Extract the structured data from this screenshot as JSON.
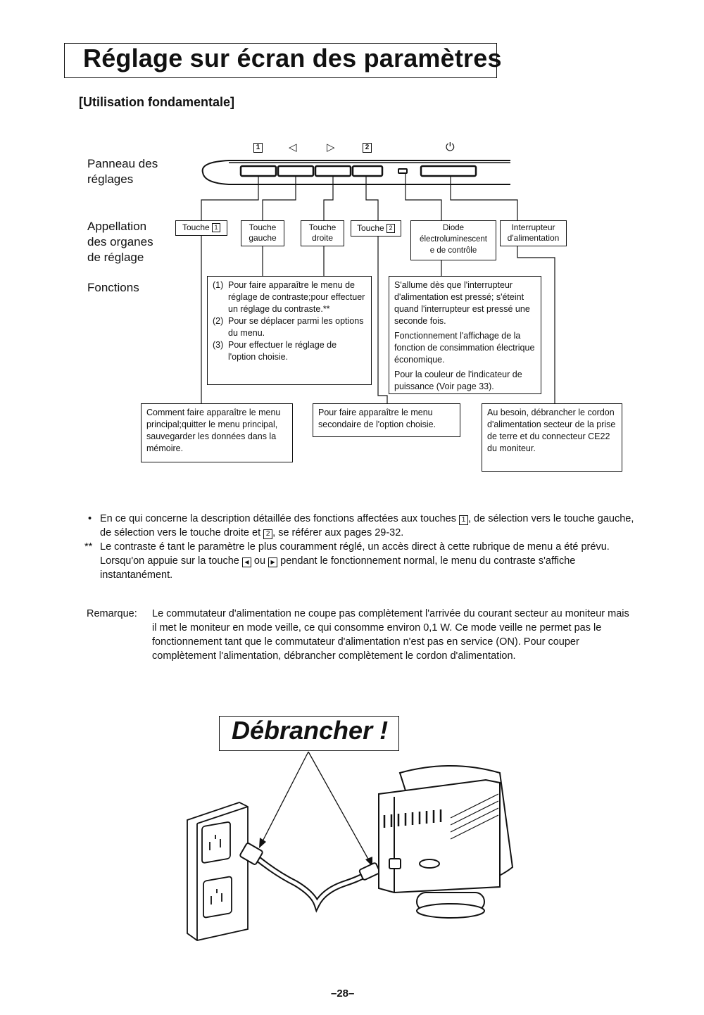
{
  "header": {
    "title": "Réglage sur écran des paramètres",
    "subtitle": "[Utilisation fondamentale]"
  },
  "labels": {
    "panel": "Panneau des\nréglages",
    "controls": "Appellation\ndes organes\nde réglage",
    "functions": "Fonctions"
  },
  "panel_symbols": {
    "one": "1",
    "left": "◁",
    "right": "▷",
    "two": "2",
    "power": "⏻"
  },
  "controls": {
    "touche1": "Touche",
    "touche1_num": "1",
    "gauche": "Touche\ngauche",
    "droite": "Touche\ndroite",
    "touche2": "Touche",
    "touche2_num": "2",
    "diode": "Diode\nélectroluminescent\ne de contrôle",
    "interrupteur": "Interrupteur\nd'alimentation"
  },
  "functions": {
    "arrows": [
      {
        "n": "(1)",
        "text": "Pour faire apparaître le menu de réglage de contraste;pour effectuer un réglage du contraste.**"
      },
      {
        "n": "(2)",
        "text": "Pour se déplacer parmi les options du menu."
      },
      {
        "n": "(3)",
        "text": "Pour effectuer le réglage de l'option choisie."
      }
    ],
    "led": [
      "S'allume dès que l'interrupteur d'alimentation est pressé; s'éteint quand l'interrupteur est pressé une seconde fois.",
      "Fonctionnement l'affichage de la fonction de consimmation électrique économique.",
      "Pour la couleur de l'indicateur de puissance (Voir page 33)."
    ],
    "touche1": "Comment faire apparaître le menu principal;quitter le menu principal, sauvegarder les données dans la mémoire.",
    "touche2": "Pour faire apparaître le menu secondaire de l'option choisie.",
    "power": "Au besoin, débrancher le cordon d'alimentation secteur de la prise de terre et du connecteur CE22 du moniteur."
  },
  "notes": {
    "note1_mark": "•",
    "note1_a": "En ce qui concerne la description détaillée des fonctions affectées aux touches",
    "note1_key1": "1",
    "note1_b": ", de sélection vers le touche gauche, de sélection vers le touche droite et",
    "note1_key2": "2",
    "note1_c": ", se référer aux pages 29-32.",
    "note2_mark": "**",
    "note2_a": "Le contraste é tant le paramètre le plus couramment réglé, un accès direct à cette rubrique de menu a été prévu. Lorsqu'on appuie sur la touche",
    "note2_key1": "◀",
    "note2_b": "ou",
    "note2_key2": "▶",
    "note2_c": "pendant le fonctionnement normal, le menu du contraste s'affiche instantanément."
  },
  "remark": {
    "label": "Remarque:",
    "text": "Le commutateur d'alimentation ne coupe pas complètement l'arrivée du courant secteur au moniteur mais il met le moniteur en mode veille, ce qui consomme environ 0,1 W. Ce mode veille ne permet pas le fonctionnement tant que le commutateur d'alimentation n'est pas en service (ON). Pour couper complètement l'alimentation, débrancher complètement le cordon d'alimentation."
  },
  "illustration": {
    "caption": "Débrancher !"
  },
  "footer": {
    "page": "–28–"
  }
}
